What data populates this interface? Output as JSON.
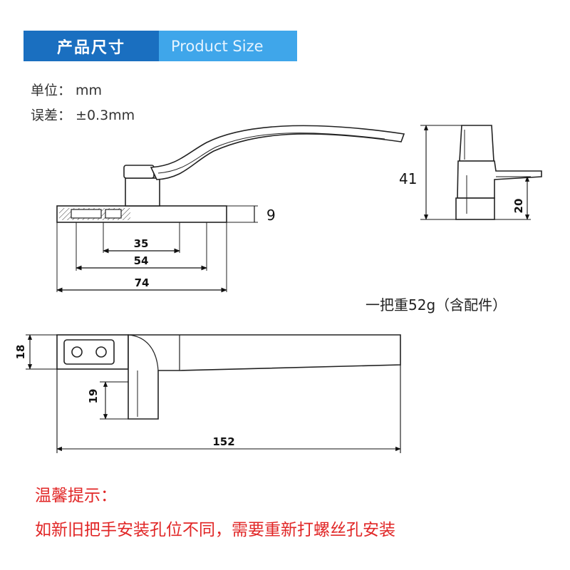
{
  "header": {
    "title_cn": "产品尺寸",
    "title_en": "Product Size"
  },
  "specs": {
    "unit": "单位：  mm",
    "tolerance": "误差：  ±0.3mm"
  },
  "dimensions": {
    "d35": "35",
    "d54": "54",
    "d74": "74",
    "d9": "9",
    "d41": "41",
    "d20": "20",
    "d18": "18",
    "d19": "19",
    "d152": "152"
  },
  "weight_note": "一把重52g（含配件）",
  "tip": {
    "title": "温馨提示：",
    "body": "如新旧把手安装孔位不同，需要重新打螺丝孔安装"
  },
  "colors": {
    "header_dark": "#1a6fc0",
    "header_light": "#3fa6ea",
    "tip_red": "#e12626"
  }
}
